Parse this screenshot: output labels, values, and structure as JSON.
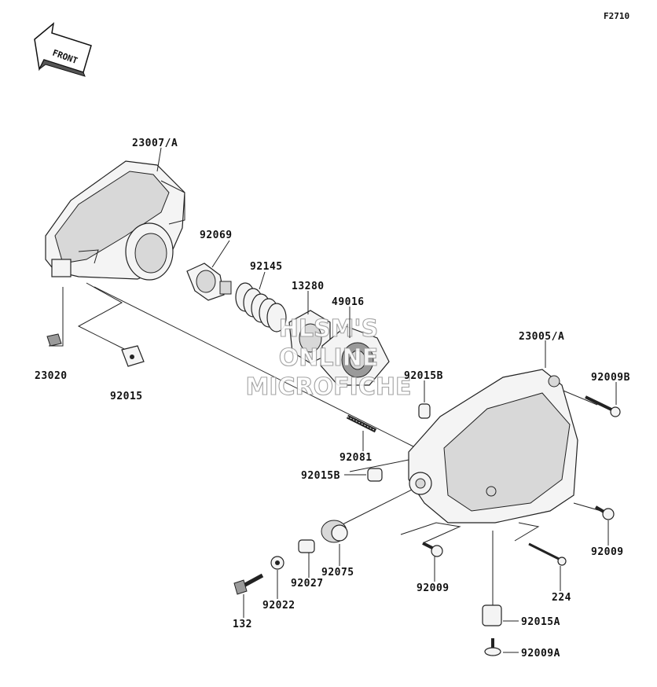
{
  "diagram_code": "F2710",
  "front_label": "FRONT",
  "watermark": {
    "line1": "HLSM'S",
    "line2": "ONLINE",
    "line3": "MICROFICHE"
  },
  "parts": [
    {
      "id": "23007_A",
      "label": "23007/A"
    },
    {
      "id": "92069",
      "label": "92069"
    },
    {
      "id": "92145",
      "label": "92145"
    },
    {
      "id": "13280",
      "label": "13280"
    },
    {
      "id": "49016",
      "label": "49016"
    },
    {
      "id": "23005_A",
      "label": "23005/A"
    },
    {
      "id": "92009B",
      "label": "92009B"
    },
    {
      "id": "92015B_top",
      "label": "92015B"
    },
    {
      "id": "23020",
      "label": "23020"
    },
    {
      "id": "92015",
      "label": "92015"
    },
    {
      "id": "92081",
      "label": "92081"
    },
    {
      "id": "92015B_mid",
      "label": "92015B"
    },
    {
      "id": "92009_right",
      "label": "92009"
    },
    {
      "id": "92075",
      "label": "92075"
    },
    {
      "id": "92027",
      "label": "92027"
    },
    {
      "id": "92022",
      "label": "92022"
    },
    {
      "id": "132",
      "label": "132"
    },
    {
      "id": "92009_bottom",
      "label": "92009"
    },
    {
      "id": "224",
      "label": "224"
    },
    {
      "id": "92015A",
      "label": "92015A"
    },
    {
      "id": "92009A",
      "label": "92009A"
    }
  ]
}
